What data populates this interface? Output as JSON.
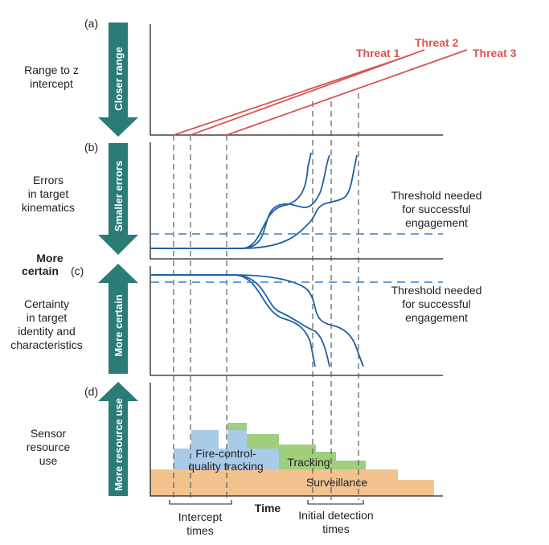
{
  "colors": {
    "threat": "#d9534f",
    "curve": "#1f5fa6",
    "threshold": "#3a7fc4",
    "arrow": "#2b7b76",
    "surveillance": "#f2c38f",
    "tracking": "#9fcf7c",
    "firecontrol": "#a9cbe8",
    "axis": "#231f20",
    "guide": "#4d4d4d"
  },
  "panels": {
    "a": {
      "tag": "(a)",
      "label_lines": [
        "Range to z",
        "intercept"
      ],
      "arrow_text": "Closer range",
      "threats": [
        "Threat 1",
        "Threat 2",
        "Threat 3"
      ]
    },
    "b": {
      "tag": "(b)",
      "label_lines": [
        "Errors",
        "in target",
        "kinematics"
      ],
      "arrow_text": "Smaller errors",
      "threshold_lines": [
        "Threshold needed",
        "for successful",
        "engagement"
      ]
    },
    "c": {
      "tag": "(c)",
      "more_certain_lines": [
        "More",
        "certain"
      ],
      "label_lines": [
        "Certainty",
        "in target",
        "identity and",
        "characteristics"
      ],
      "arrow_text": "More certain",
      "threshold_lines": [
        "Threshold needed",
        "for successful",
        "engagement"
      ]
    },
    "d": {
      "tag": "(d)",
      "label_lines": [
        "Sensor",
        "resource",
        "use"
      ],
      "arrow_text": "More resource use",
      "areas": {
        "firecontrol_lines": [
          "Fire-control-",
          "quality tracking"
        ],
        "tracking": "Tracking",
        "surveillance": "Surveillance"
      }
    }
  },
  "x_axis": {
    "title": "Time",
    "intercept_lines": [
      "Intercept",
      "times"
    ],
    "detection_lines": [
      "Initial detection",
      "times"
    ]
  }
}
